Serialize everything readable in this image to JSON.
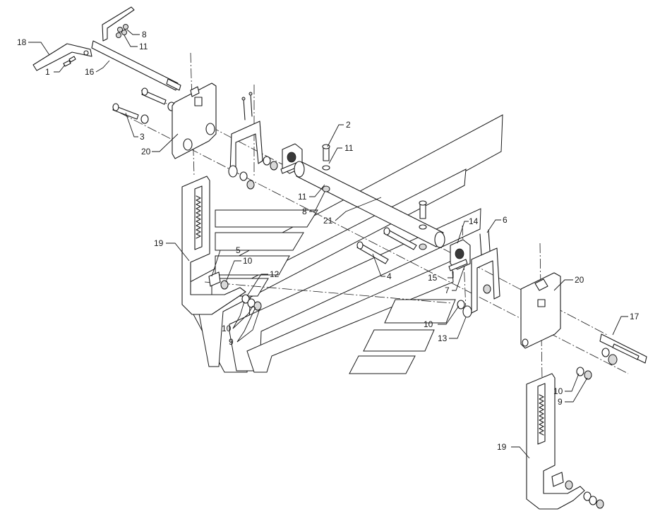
{
  "labels": [
    {
      "id": "18a",
      "text": "18"
    },
    {
      "id": "8a",
      "text": "8"
    },
    {
      "id": "11a",
      "text": "11"
    },
    {
      "id": "1a",
      "text": "1"
    },
    {
      "id": "16a",
      "text": "16"
    },
    {
      "id": "3a",
      "text": "3"
    },
    {
      "id": "20a",
      "text": "20"
    },
    {
      "id": "2a",
      "text": "2"
    },
    {
      "id": "11b",
      "text": "11"
    },
    {
      "id": "11c",
      "text": "11"
    },
    {
      "id": "8b",
      "text": "8"
    },
    {
      "id": "21a",
      "text": "21"
    },
    {
      "id": "19a",
      "text": "19"
    },
    {
      "id": "5a",
      "text": "5"
    },
    {
      "id": "10a",
      "text": "10"
    },
    {
      "id": "12a",
      "text": "12"
    },
    {
      "id": "10b",
      "text": "10"
    },
    {
      "id": "9a",
      "text": "9"
    },
    {
      "id": "4a",
      "text": "4"
    },
    {
      "id": "14a",
      "text": "14"
    },
    {
      "id": "6a",
      "text": "6"
    },
    {
      "id": "15a",
      "text": "15"
    },
    {
      "id": "7a",
      "text": "7"
    },
    {
      "id": "20b",
      "text": "20"
    },
    {
      "id": "10c",
      "text": "10"
    },
    {
      "id": "13a",
      "text": "13"
    },
    {
      "id": "17a",
      "text": "17"
    },
    {
      "id": "10d",
      "text": "10"
    },
    {
      "id": "9b",
      "text": "9"
    },
    {
      "id": "19b",
      "text": "19"
    }
  ]
}
